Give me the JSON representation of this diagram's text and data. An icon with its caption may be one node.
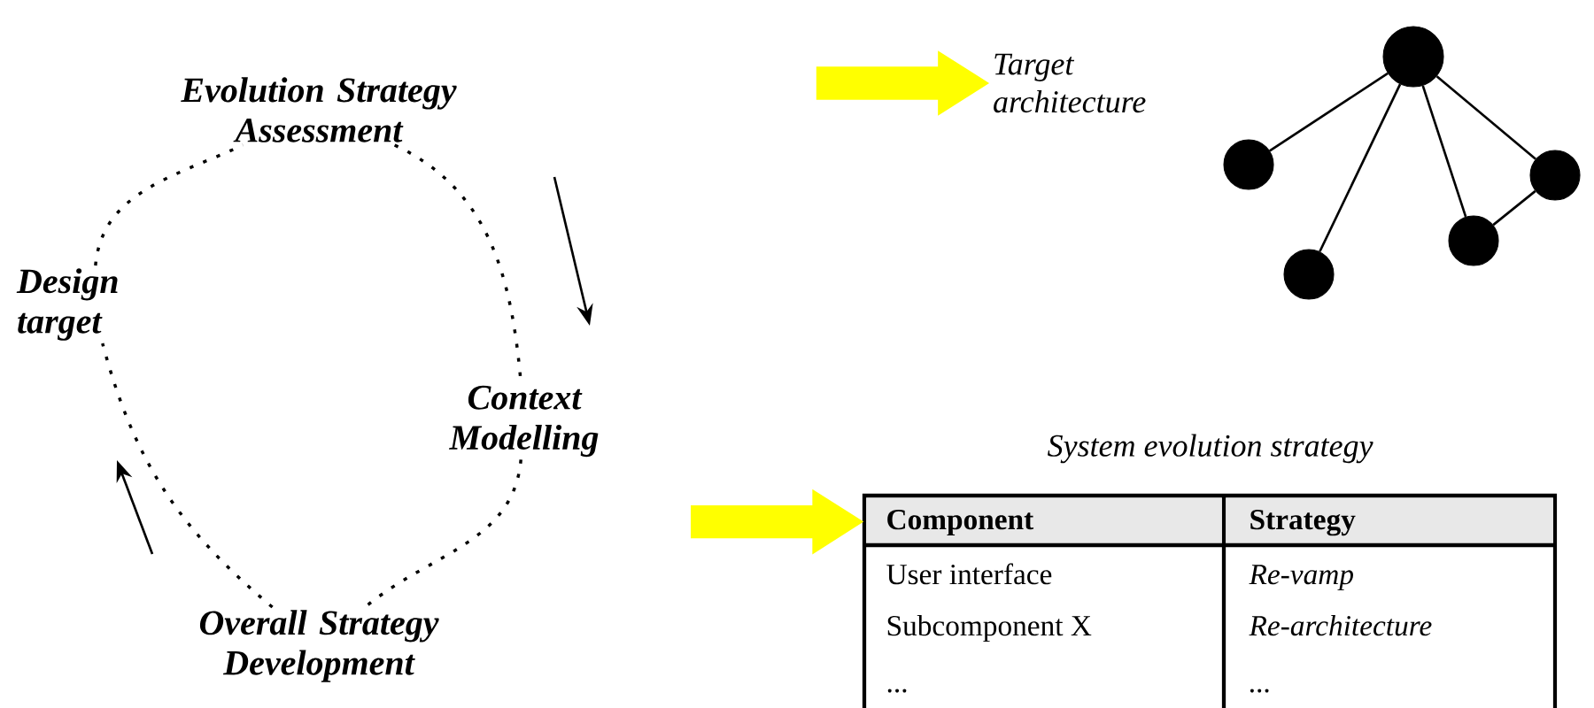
{
  "diagram": {
    "nodes": [
      {
        "text": [
          "Evolution Strategy Assessment"
        ]
      },
      {
        "text": [
          "Context Modelling"
        ]
      },
      {
        "text": [
          "Overall Strategy Development"
        ]
      },
      {
        "text": [
          "Design target"
        ]
      },
      {
        "text": [
          "Target architecture"
        ]
      },
      {
        "text": [],
        "shape": "circle"
      },
      {
        "text": [],
        "shape": "circle"
      },
      {
        "text": [],
        "shape": "circle"
      },
      {
        "text": [],
        "shape": "circle"
      },
      {
        "text": [],
        "shape": "circle"
      },
      {
        "text": [
          "System evolution strategy"
        ]
      }
    ],
    "edges": [
      {
        "from": 0,
        "to": 1,
        "arrow": "none",
        "style": "dashed"
      },
      {
        "from": 1,
        "to": 2,
        "arrow": "none",
        "style": "dashed"
      },
      {
        "from": 2,
        "to": 3,
        "arrow": "none",
        "style": "dashed"
      },
      {
        "from": 3,
        "to": 0,
        "arrow": "none",
        "style": "dashed"
      },
      {
        "from": null,
        "to": 4,
        "arrow": "to",
        "style": "thick",
        "color": "#ffff00"
      },
      {
        "from": null,
        "to": 10,
        "arrow": "to",
        "style": "thick",
        "color": "#ffff00"
      },
      {
        "from": 5,
        "to": 6,
        "arrow": "none"
      },
      {
        "from": 5,
        "to": 9,
        "arrow": "none"
      },
      {
        "from": 5,
        "to": 8,
        "arrow": "none"
      },
      {
        "from": 5,
        "to": 7,
        "arrow": "none"
      },
      {
        "from": 7,
        "to": 8,
        "arrow": "none"
      }
    ],
    "labels": [
      "Component",
      "Strategy",
      "User interface",
      "Re-vamp",
      "Subcomponent X",
      "Re-architecture",
      "...",
      "..."
    ]
  }
}
